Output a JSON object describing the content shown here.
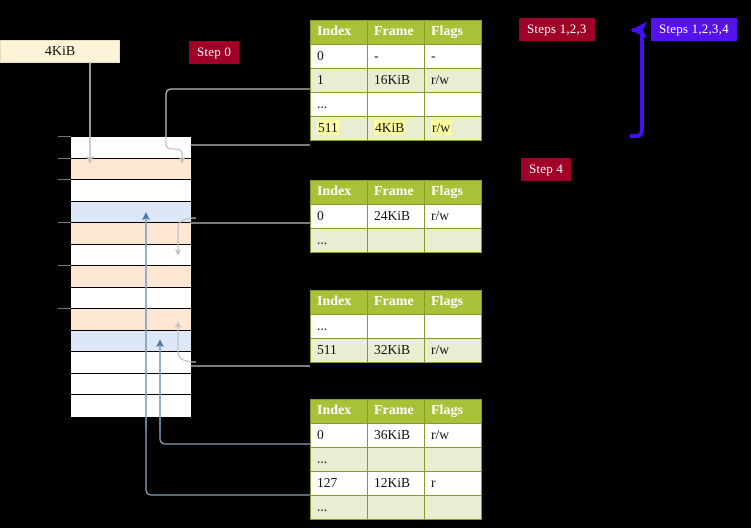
{
  "labels": {
    "kib_box": "4KiB",
    "step0": "Step 0",
    "step4": "Step 4",
    "steps123": "Steps 1,2,3",
    "steps1234": "Steps 1,2,3,4"
  },
  "colors": {
    "badge_red": "#a00028",
    "badge_blue": "#5511ee",
    "table_header": "#a7c138",
    "table_border": "#8a9a28",
    "table_row_alt": "#e9edd2",
    "highlight_yellow": "#ffffa0",
    "mem_orange": "#fde6d2",
    "mem_blue": "#dce8f7",
    "kib_box_bg": "#fdf3d8",
    "wire_grey": "#b3b3b3",
    "wire_blue": "#7a9ec4",
    "arrow_blue": "#4a77a8"
  },
  "tables": [
    {
      "id": "pml4",
      "headers": [
        "Index",
        "Frame",
        "Flags"
      ],
      "rows": [
        {
          "index": "0",
          "frame": "-",
          "flags": "-",
          "shade": "odd",
          "highlight": false
        },
        {
          "index": "1",
          "frame": "16KiB",
          "flags": "r/w",
          "shade": "even",
          "highlight": false
        },
        {
          "index": "...",
          "frame": "",
          "flags": "",
          "shade": "odd",
          "highlight": false
        },
        {
          "index": "511",
          "frame": "4KiB",
          "flags": "r/w",
          "shade": "even",
          "highlight": true
        }
      ]
    },
    {
      "id": "pdpt",
      "headers": [
        "Index",
        "Frame",
        "Flags"
      ],
      "rows": [
        {
          "index": "0",
          "frame": "24KiB",
          "flags": "r/w",
          "shade": "odd",
          "highlight": false
        },
        {
          "index": "...",
          "frame": "",
          "flags": "",
          "shade": "even",
          "highlight": false
        }
      ]
    },
    {
      "id": "pd",
      "headers": [
        "Index",
        "Frame",
        "Flags"
      ],
      "rows": [
        {
          "index": "...",
          "frame": "",
          "flags": "",
          "shade": "odd",
          "highlight": false
        },
        {
          "index": "511",
          "frame": "32KiB",
          "flags": "r/w",
          "shade": "even",
          "highlight": false
        }
      ]
    },
    {
      "id": "pt",
      "headers": [
        "Index",
        "Frame",
        "Flags"
      ],
      "rows": [
        {
          "index": "0",
          "frame": "36KiB",
          "flags": "r/w",
          "shade": "odd",
          "highlight": false
        },
        {
          "index": "...",
          "frame": "",
          "flags": "",
          "shade": "even",
          "highlight": false
        },
        {
          "index": "127",
          "frame": "12KiB",
          "flags": "r",
          "shade": "odd",
          "highlight": false
        },
        {
          "index": "...",
          "frame": "",
          "flags": "",
          "shade": "even",
          "highlight": false
        }
      ]
    }
  ],
  "memory_blocks": [
    {
      "fill": "plain",
      "tick": true
    },
    {
      "fill": "orange",
      "tick": true
    },
    {
      "fill": "plain",
      "tick": true
    },
    {
      "fill": "blue",
      "tick": false
    },
    {
      "fill": "orange",
      "tick": true
    },
    {
      "fill": "plain",
      "tick": false
    },
    {
      "fill": "orange",
      "tick": true
    },
    {
      "fill": "plain",
      "tick": false
    },
    {
      "fill": "orange",
      "tick": true
    },
    {
      "fill": "blue",
      "tick": false
    },
    {
      "fill": "plain",
      "tick": false
    },
    {
      "fill": "plain",
      "tick": false
    },
    {
      "fill": "plain",
      "tick": false
    }
  ]
}
